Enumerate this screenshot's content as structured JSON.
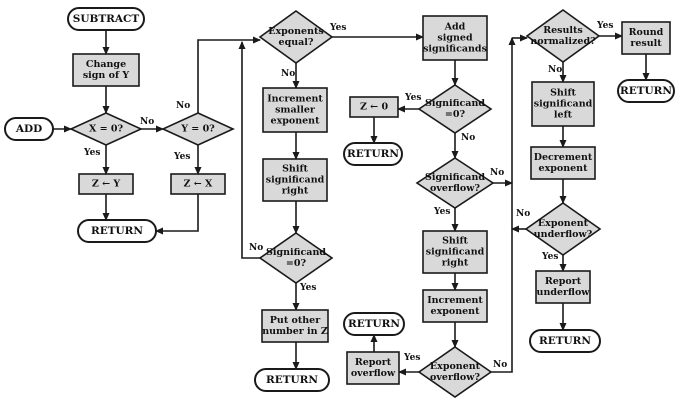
{
  "nodes": [
    {
      "id": "subtract",
      "type": "terminal",
      "lines": [
        "SUBTRACT"
      ]
    },
    {
      "id": "change-sign",
      "type": "process",
      "lines": [
        "Change",
        "sign of Y"
      ]
    },
    {
      "id": "add",
      "type": "terminal",
      "lines": [
        "ADD"
      ]
    },
    {
      "id": "x-zero",
      "type": "decision",
      "lines": [
        "X = 0?"
      ]
    },
    {
      "id": "y-zero",
      "type": "decision",
      "lines": [
        "Y = 0?"
      ]
    },
    {
      "id": "z-gets-y",
      "type": "process",
      "lines": [
        "Z ← Y"
      ]
    },
    {
      "id": "z-gets-x",
      "type": "process",
      "lines": [
        "Z ← X"
      ]
    },
    {
      "id": "return-1",
      "type": "terminal",
      "lines": [
        "RETURN"
      ]
    },
    {
      "id": "exponents-equal",
      "type": "decision",
      "lines": [
        "Exponents",
        "equal?"
      ]
    },
    {
      "id": "increment-smaller",
      "type": "process",
      "lines": [
        "Increment",
        "smaller",
        "exponent"
      ]
    },
    {
      "id": "shift-right-1",
      "type": "process",
      "lines": [
        "Shift",
        "significand",
        "right"
      ]
    },
    {
      "id": "significand-zero-1",
      "type": "decision",
      "lines": [
        "Significand",
        "=0?"
      ]
    },
    {
      "id": "put-other",
      "type": "process",
      "lines": [
        "Put other",
        "number in Z"
      ]
    },
    {
      "id": "return-2",
      "type": "terminal",
      "lines": [
        "RETURN"
      ]
    },
    {
      "id": "add-signed",
      "type": "process",
      "lines": [
        "Add",
        "signed",
        "significands"
      ]
    },
    {
      "id": "significand-zero-2",
      "type": "decision",
      "lines": [
        "Significand",
        "=0?"
      ]
    },
    {
      "id": "z-gets-0",
      "type": "process",
      "lines": [
        "Z ← 0"
      ]
    },
    {
      "id": "return-3",
      "type": "terminal",
      "lines": [
        "RETURN"
      ]
    },
    {
      "id": "significand-overflow",
      "type": "decision",
      "lines": [
        "Significand",
        "overflow?"
      ]
    },
    {
      "id": "shift-right-2",
      "type": "process",
      "lines": [
        "Shift",
        "significand",
        "right"
      ]
    },
    {
      "id": "increment-exponent",
      "type": "process",
      "lines": [
        "Increment",
        "exponent"
      ]
    },
    {
      "id": "exponent-overflow",
      "type": "decision",
      "lines": [
        "Exponent",
        "overflow?"
      ]
    },
    {
      "id": "report-overflow",
      "type": "process",
      "lines": [
        "Report",
        "overflow"
      ]
    },
    {
      "id": "return-4",
      "type": "terminal",
      "lines": [
        "RETURN"
      ]
    },
    {
      "id": "results-normalized",
      "type": "decision",
      "lines": [
        "Results",
        "normalized?"
      ]
    },
    {
      "id": "round-result",
      "type": "process",
      "lines": [
        "Round",
        "result"
      ]
    },
    {
      "id": "return-5",
      "type": "terminal",
      "lines": [
        "RETURN"
      ]
    },
    {
      "id": "shift-left",
      "type": "process",
      "lines": [
        "Shift",
        "significand",
        "left"
      ]
    },
    {
      "id": "decrement-exponent",
      "type": "process",
      "lines": [
        "Decrement",
        "exponent"
      ]
    },
    {
      "id": "exponent-underflow",
      "type": "decision",
      "lines": [
        "Exponent",
        "underflow?"
      ]
    },
    {
      "id": "report-underflow",
      "type": "process",
      "lines": [
        "Report",
        "underflow"
      ]
    },
    {
      "id": "return-6",
      "type": "terminal",
      "lines": [
        "RETURN"
      ]
    }
  ],
  "edge_labels": [
    {
      "id": "x-zero-no",
      "text": "No"
    },
    {
      "id": "x-zero-yes",
      "text": "Yes"
    },
    {
      "id": "y-zero-no",
      "text": "No"
    },
    {
      "id": "y-zero-yes",
      "text": "Yes"
    },
    {
      "id": "exponents-equal-yes",
      "text": "Yes"
    },
    {
      "id": "exponents-equal-no",
      "text": "No"
    },
    {
      "id": "significand-zero-1-no",
      "text": "No"
    },
    {
      "id": "significand-zero-1-yes",
      "text": "Yes"
    },
    {
      "id": "significand-zero-2-yes",
      "text": "Yes"
    },
    {
      "id": "significand-zero-2-no",
      "text": "No"
    },
    {
      "id": "significand-overflow-no",
      "text": "No"
    },
    {
      "id": "significand-overflow-yes",
      "text": "Yes"
    },
    {
      "id": "exponent-overflow-yes",
      "text": "Yes"
    },
    {
      "id": "exponent-overflow-no",
      "text": "No"
    },
    {
      "id": "results-normalized-yes",
      "text": "Yes"
    },
    {
      "id": "results-normalized-no",
      "text": "No"
    },
    {
      "id": "exponent-underflow-no",
      "text": "No"
    },
    {
      "id": "exponent-underflow-yes",
      "text": "Yes"
    }
  ]
}
